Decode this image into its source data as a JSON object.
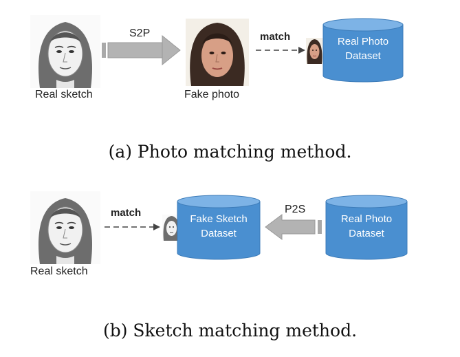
{
  "panel_a": {
    "sketch_label": "Real sketch",
    "arrow_label": "S2P",
    "photo_label": "Fake photo",
    "match_label": "match",
    "db_line1": "Real Photo",
    "db_line2": "Dataset",
    "caption": "(a) Photo matching method."
  },
  "panel_b": {
    "sketch_label": "Real sketch",
    "match_label": "match",
    "db1_line1": "Fake Sketch",
    "db1_line2": "Dataset",
    "arrow_label": "P2S",
    "db2_line1": "Real Photo",
    "db2_line2": "Dataset",
    "caption": "(b) Sketch matching method."
  },
  "colors": {
    "db_blue": "#4a8fd0",
    "db_top": "#7db3e6",
    "arrow_gray": "#a9a9a9"
  }
}
